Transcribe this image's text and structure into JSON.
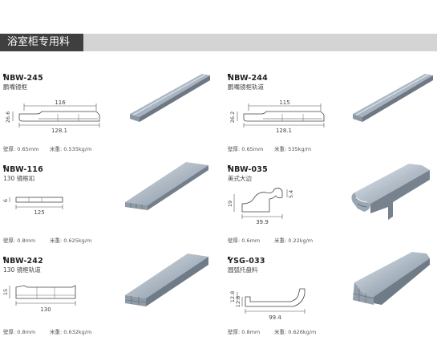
{
  "header": {
    "title": "浴室柜专用料"
  },
  "items": [
    {
      "code": "NBW-245",
      "name": "鹏嘴镜框",
      "thickness": "壁厚: 0.65mm",
      "weight": "米重: 0.535kg/m",
      "dims": {
        "top": "116",
        "bottom": "128.1",
        "left": "26.6"
      }
    },
    {
      "code": "NBW-244",
      "name": "鹏嘴镜框轨道",
      "thickness": "壁厚: 0.65mm",
      "weight": "米重: 535kg/m",
      "dims": {
        "top": "115",
        "bottom": "128.1",
        "left": "26.2"
      }
    },
    {
      "code": "NBW-116",
      "name": "130 镜框扣",
      "thickness": "壁厚: 0.8mm",
      "weight": "米重: 0.625kg/m",
      "dims": {
        "bottom": "125",
        "left": "6"
      }
    },
    {
      "code": "NBW-035",
      "name": "美式大边",
      "thickness": "壁厚: 0.6mm",
      "weight": "米重: 0.22kg/m",
      "dims": {
        "bottom": "39.9",
        "left": "19",
        "right": "5.4"
      }
    },
    {
      "code": "NBW-242",
      "name": "130 镜框轨道",
      "thickness": "壁厚: 0.8mm",
      "weight": "米重: 0.632kg/m",
      "dims": {
        "bottom": "130",
        "left": "15"
      }
    },
    {
      "code": "YSG-033",
      "name": "圆弧托盘料",
      "thickness": "壁厚: 0.8mm",
      "weight": "米重: 0.626kg/m",
      "dims": {
        "bottom": "99.4",
        "left1": "12.8",
        "left2": "12.8"
      }
    }
  ]
}
